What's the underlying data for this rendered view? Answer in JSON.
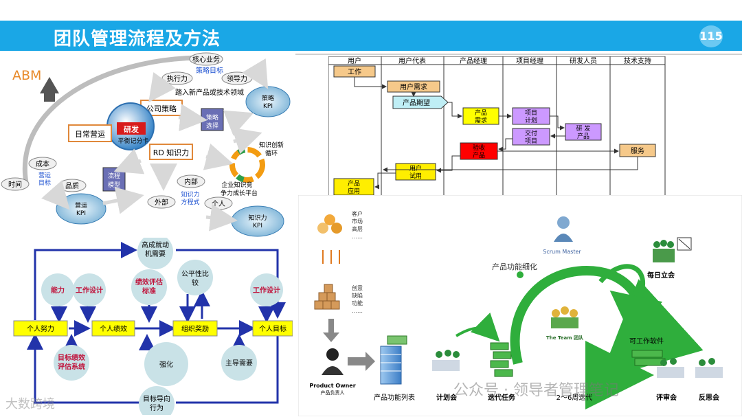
{
  "header": {
    "title": "团队管理流程及方法",
    "page_number": "115"
  },
  "abm": {
    "abm_label": "ABM",
    "core_business": "核心业务",
    "strategy_goal": "策略目标",
    "execution": "执行力",
    "leadership": "领导力",
    "new_field": "踏入新产品或技术领域",
    "company_strategy": "公司策略",
    "strategy_kpi": [
      "策略",
      "KPI"
    ],
    "strategy_choice": [
      "策略",
      "选择"
    ],
    "daily_ops": "日常营运",
    "rnd": "研发",
    "bsc": "平衡记分卡",
    "rd_knowledge": "RD 知识力",
    "knowledge_cycle": [
      "知识创新",
      "循环"
    ],
    "cost": "成本",
    "ops_goal": [
      "营运",
      "目标"
    ],
    "time": "时间",
    "quality": "品质",
    "process_model": [
      "流程",
      "模型"
    ],
    "internal": "内部",
    "external": "外部",
    "knowledge_formula": [
      "知识力",
      "方程式"
    ],
    "individual": "个人",
    "platform": [
      "企业知识竞",
      "争力成长平台"
    ],
    "ops_kpi": [
      "营运",
      "KPI"
    ],
    "knowledge_kpi": [
      "知识力",
      "KPI"
    ]
  },
  "swimlane": {
    "lanes": [
      "用户",
      "用户代表",
      "产品经理",
      "项目经理",
      "研发人员",
      "技术支持"
    ],
    "work": "工作",
    "user_need": "用户需求",
    "product_expect": "产品期望",
    "product_need": [
      "产品",
      "需求"
    ],
    "project_plan": [
      "项目",
      "计划"
    ],
    "delivery": [
      "交付",
      "项目"
    ],
    "develop": [
      "研 发",
      "产品"
    ],
    "acceptance": [
      "验收",
      "产品"
    ],
    "service": "服务",
    "user_trial": [
      "用户",
      "试用"
    ],
    "product_apply": [
      "产品",
      "应用"
    ]
  },
  "motivation": {
    "high_achievement": [
      "高成就动",
      "机需要"
    ],
    "ability": "能力",
    "job_design_1": "工作设计",
    "perf_eval_std": [
      "绩效评估",
      "标准"
    ],
    "fairness": [
      "公平性比",
      "较"
    ],
    "job_design_2": "工作设计",
    "personal_effort": "个人努力",
    "personal_perf": "个人绩效",
    "org_reward": "组织奖励",
    "personal_goal": "个人目标",
    "goal_perf_sys": [
      "目标绩效",
      "评估系统"
    ],
    "reinforce": "强化",
    "dominant_need": "主导需要",
    "goal_behavior": [
      "目标导向",
      "行为"
    ]
  },
  "scrum": {
    "stakeholders": [
      "客户",
      "市场",
      "高层",
      "……"
    ],
    "ideas": [
      "创意",
      "缺陷",
      "功能",
      "……"
    ],
    "product_owner": "Product Owner",
    "product_owner_cn": "产品负责人",
    "backlog": "产品功能列表",
    "planning": "计划会",
    "iteration_tasks": "迭代任务",
    "sprint": "2～6周迭代",
    "refine": "产品功能细化",
    "scrum_master": "Scrum Master",
    "team": "The Team 团队",
    "standup": "每日立会",
    "shippable": "可工作软件",
    "review": "评审会",
    "retro": "反思会"
  },
  "watermarks": {
    "wechat": "公众号 · 领导者管理笔记",
    "logo": "大数跨境"
  }
}
